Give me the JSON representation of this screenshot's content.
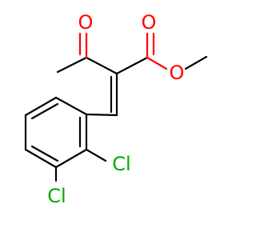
{
  "molecule": {
    "atoms": {
      "ketone_oxygen": "O",
      "ester_carbonyl_oxygen": "O",
      "ester_ether_oxygen": "O",
      "chlorine_2": "Cl",
      "chlorine_3": "Cl"
    },
    "colors": {
      "bond": "#000000",
      "oxygen": "#ff0000",
      "chlorine": "#00aa00",
      "background": "#ffffff"
    }
  }
}
